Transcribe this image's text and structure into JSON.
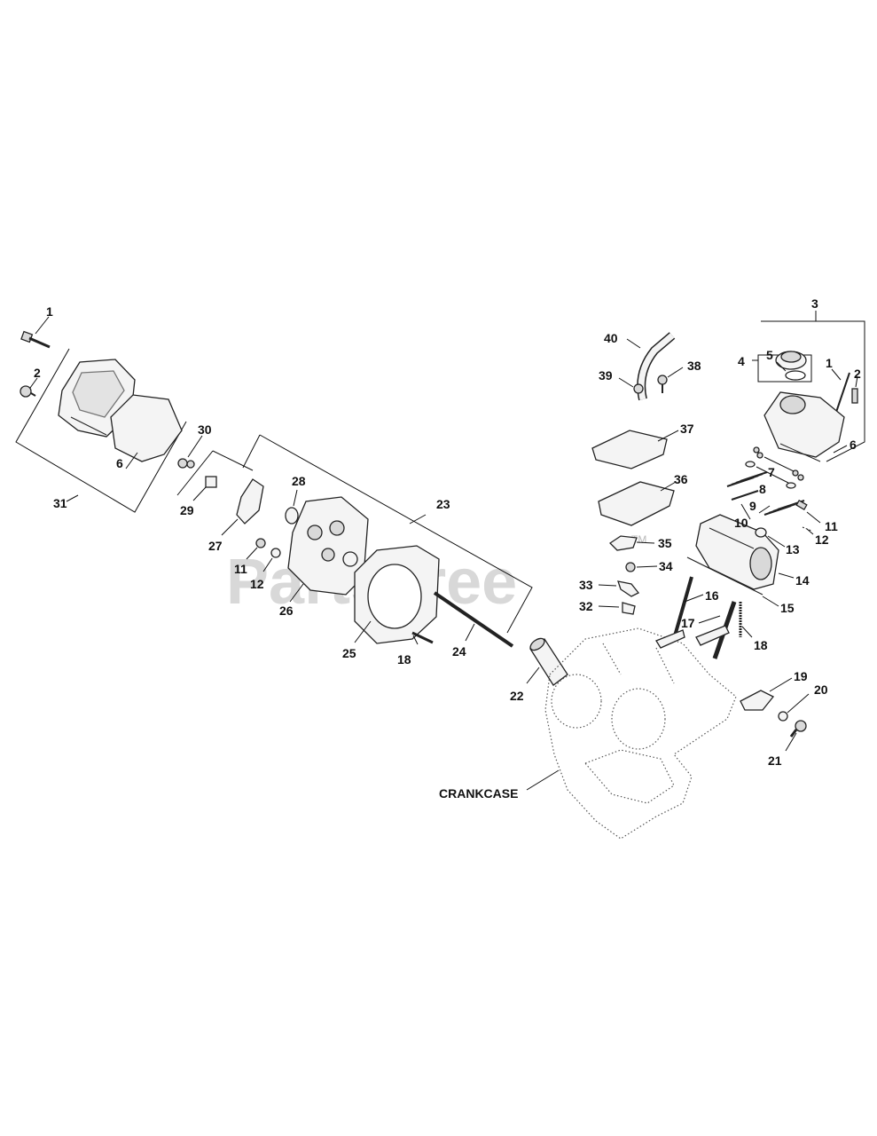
{
  "watermark": {
    "text": "PartsTree",
    "tm": "TM"
  },
  "crankcase_label": "CRANKCASE",
  "callouts": {
    "c1a": "1",
    "c2a": "2",
    "c31": "31",
    "c6a": "6",
    "c30": "30",
    "c29": "29",
    "c27": "27",
    "c28": "28",
    "c11a": "11",
    "c12a": "12",
    "c26": "26",
    "c23": "23",
    "c25": "25",
    "c18a": "18",
    "c24": "24",
    "c22": "22",
    "c40": "40",
    "c39": "39",
    "c38": "38",
    "c37": "37",
    "c36": "36",
    "c35": "35",
    "c34": "34",
    "c33": "33",
    "c32": "32",
    "c3": "3",
    "c4": "4",
    "c5": "5",
    "c1b": "1",
    "c2b": "2",
    "c6b": "6",
    "c7": "7",
    "c8": "8",
    "c9": "9",
    "c10": "10",
    "c11b": "11",
    "c12b": "12",
    "c13": "13",
    "c14": "14",
    "c15": "15",
    "c16": "16",
    "c17": "17",
    "c18b": "18",
    "c19": "19",
    "c20": "20",
    "c21": "21"
  }
}
